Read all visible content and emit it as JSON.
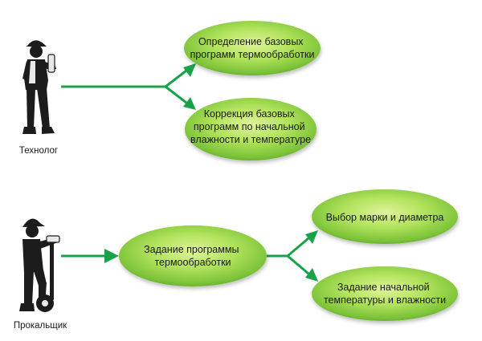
{
  "actors": [
    {
      "id": "technologist",
      "label": "Технолог"
    },
    {
      "id": "piercer",
      "label": "Прокальщик"
    }
  ],
  "nodes": [
    {
      "id": "define-programs",
      "lines": [
        "Определение базовых",
        "программ термообработки"
      ]
    },
    {
      "id": "correct-programs",
      "lines": [
        "Коррекция базовых",
        "программ по начальной",
        "влажности и температуре"
      ]
    },
    {
      "id": "set-program",
      "lines": [
        "Задание программы",
        "термообработки"
      ]
    },
    {
      "id": "choose-grade",
      "lines": [
        "Выбор марки и диаметра"
      ]
    },
    {
      "id": "set-initial",
      "lines": [
        "Задание начальной",
        "температуры и влажности"
      ]
    }
  ],
  "colors": {
    "arrow": "#1aa24a",
    "ellipse_light": "#c9ec7a",
    "ellipse_mid": "#8fd13d",
    "ellipse_dark": "#4fa72a",
    "figure": "#1c1c1c"
  }
}
